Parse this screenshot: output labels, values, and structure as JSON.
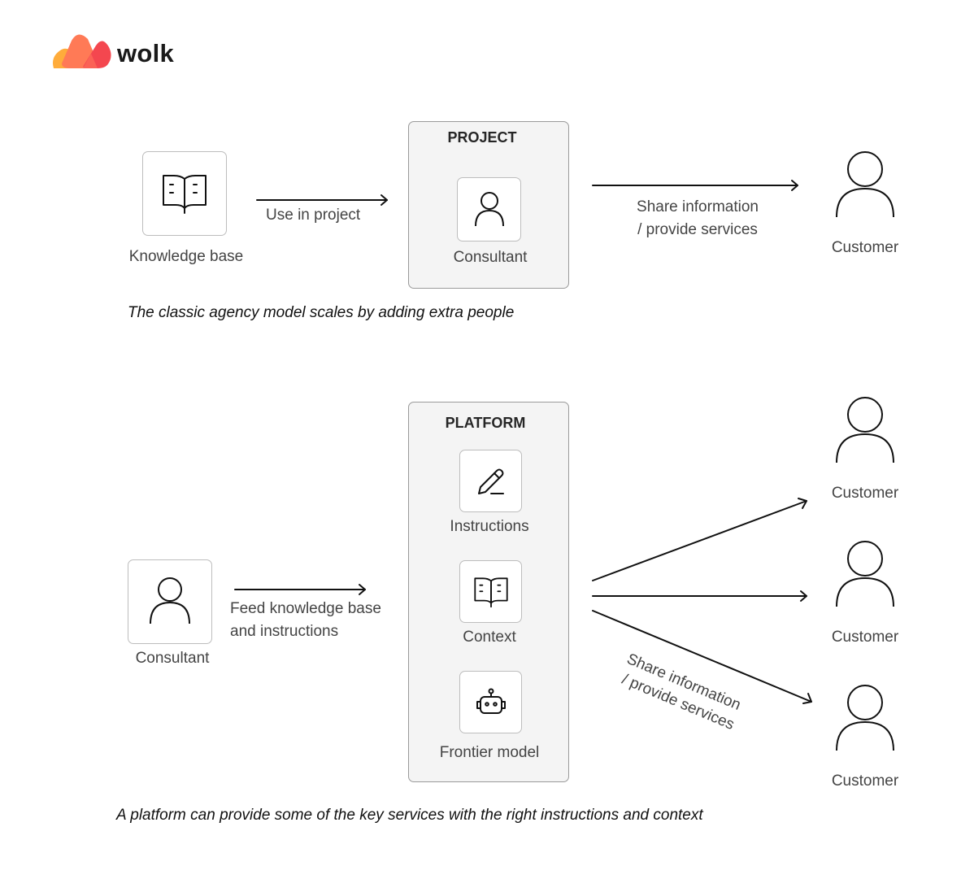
{
  "brand": {
    "name": "wolk",
    "colors": {
      "orange": "#ffac3b",
      "coral": "#ff7152",
      "red": "#f4474f"
    }
  },
  "top": {
    "knowledge_base": {
      "label": "Knowledge base",
      "icon": "book-icon"
    },
    "arrow_label": "Use in project",
    "panel": {
      "title": "PROJECT",
      "consultant": {
        "label": "Consultant",
        "icon": "person-icon"
      }
    },
    "share_label_line1": "Share information",
    "share_label_line2": "/ provide services",
    "customer": {
      "label": "Customer",
      "icon": "person-icon"
    },
    "caption": "The classic agency model scales by adding extra people"
  },
  "bottom": {
    "consultant": {
      "label": "Consultant",
      "icon": "person-icon"
    },
    "arrow_label_line1": "Feed knowledge base",
    "arrow_label_line2": "and instructions",
    "panel": {
      "title": "PLATFORM",
      "items": [
        {
          "label": "Instructions",
          "icon": "pen-icon"
        },
        {
          "label": "Context",
          "icon": "book-icon"
        },
        {
          "label": "Frontier model",
          "icon": "robot-icon"
        }
      ]
    },
    "share_label_line1": "Share information",
    "share_label_line2": "/ provide services",
    "customers": [
      {
        "label": "Customer",
        "icon": "person-icon"
      },
      {
        "label": "Customer",
        "icon": "person-icon"
      },
      {
        "label": "Customer",
        "icon": "person-icon"
      }
    ],
    "caption": "A platform can provide some of the key services with the right instructions and context"
  }
}
